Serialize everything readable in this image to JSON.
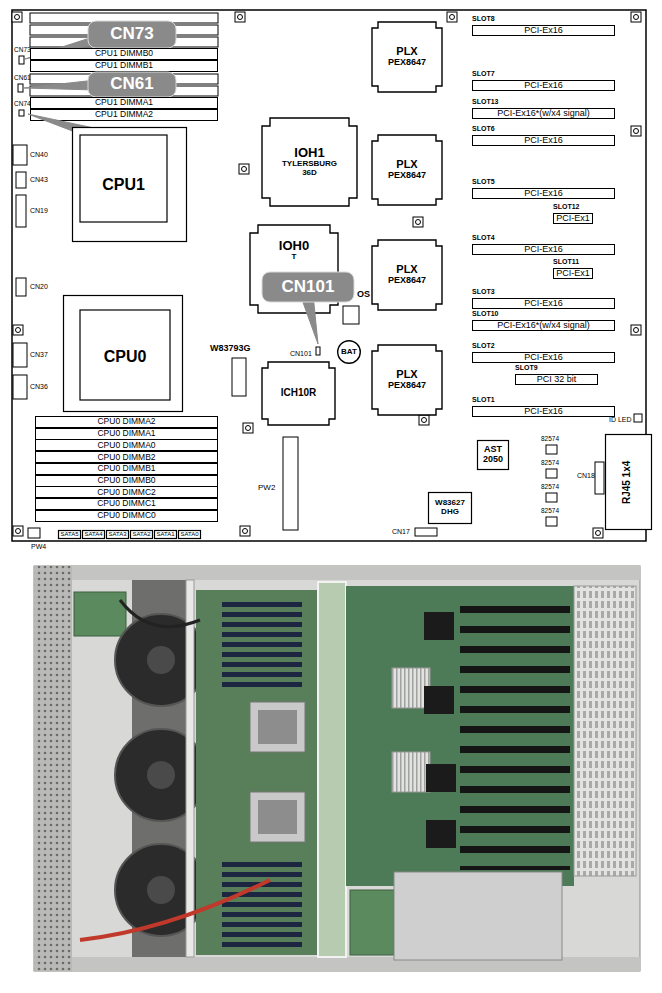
{
  "diagram": {
    "nodes": [
      {
        "text": [
          "CN73"
        ]
      },
      {
        "text": [
          "CPU1 DIMMB0"
        ]
      },
      {
        "text": [
          "CPU1 DIMMB1"
        ]
      },
      {
        "text": [
          "CN61"
        ]
      },
      {
        "text": [
          "CPU1 DIMMA1"
        ]
      },
      {
        "text": [
          "CPU1 DIMMA2"
        ]
      },
      {
        "text": [
          "CN74"
        ]
      },
      {
        "text": [
          "CPU1"
        ]
      },
      {
        "text": [
          "PLX",
          "PEX8647"
        ]
      },
      {
        "text": [
          "SLOT8",
          "PCI-Ex16"
        ]
      },
      {
        "text": [
          "SLOT7",
          "PCI-Ex16"
        ]
      },
      {
        "text": [
          "SLOT13",
          "PCI-Ex16*(w/x4 signal)"
        ]
      },
      {
        "text": [
          "IOH1",
          "TYLERSBURG 36D"
        ]
      },
      {
        "text": [
          "PLX",
          "PEX8647"
        ]
      },
      {
        "text": [
          "SLOT6",
          "PCI-Ex16"
        ]
      },
      {
        "text": [
          "SLOT5",
          "PCI-Ex16"
        ]
      },
      {
        "text": [
          "SLOT12",
          "PCI-Ex1"
        ]
      },
      {
        "text": [
          "IOH0",
          "T"
        ]
      },
      {
        "text": [
          "SLOT4",
          "PCI-Ex16"
        ]
      },
      {
        "text": [
          "SLOT11",
          "PCI-Ex1"
        ]
      },
      {
        "text": [
          "CN101"
        ]
      },
      {
        "text": [
          "PLX",
          "PEX8647"
        ]
      },
      {
        "text": [
          "SLOT3",
          "PCI-Ex16"
        ]
      },
      {
        "text": [
          "SLOT10",
          "PCI-Ex16*(w/x4 signal)"
        ]
      },
      {
        "text": [
          "CPU0"
        ]
      },
      {
        "text": [
          "BAT"
        ]
      },
      {
        "text": [
          "PLX",
          "PEX8647"
        ]
      },
      {
        "text": [
          "SLOT2",
          "PCI-Ex16"
        ]
      },
      {
        "text": [
          "SLOT9",
          "PCI 32 bit"
        ]
      },
      {
        "text": [
          "ICH10R"
        ]
      },
      {
        "text": [
          "SLOT1",
          "PCI-Ex16"
        ]
      },
      {
        "text": [
          "CPU0 DIMMA2"
        ]
      },
      {
        "text": [
          "CPU0 DIMMA1"
        ]
      },
      {
        "text": [
          "CPU0 DIMMA0"
        ]
      },
      {
        "text": [
          "CPU0 DIMMB2"
        ]
      },
      {
        "text": [
          "CPU0 DIMMB1"
        ]
      },
      {
        "text": [
          "CPU0 DIMMB0"
        ]
      },
      {
        "text": [
          "CPU0 DIMMC2"
        ]
      },
      {
        "text": [
          "CPU0 DIMMC1"
        ]
      },
      {
        "text": [
          "CPU0 DIMMC0"
        ]
      },
      {
        "text": [
          "AST 2050"
        ]
      },
      {
        "text": [
          "RJ45 1x4"
        ]
      },
      {
        "text": [
          "W83627 DHG"
        ]
      },
      {
        "text": [
          "SATA5"
        ]
      },
      {
        "text": [
          "SATA4"
        ]
      },
      {
        "text": [
          "SATA3"
        ]
      },
      {
        "text": [
          "SATA2"
        ]
      },
      {
        "text": [
          "SATA1"
        ]
      },
      {
        "text": [
          "SATA0"
        ]
      }
    ],
    "labels": [
      "CN73",
      "CN61",
      "CN74",
      "CN40",
      "CN43",
      "CN19",
      "CN20",
      "CN37",
      "CN36",
      "OS",
      "W83793G",
      "CN101",
      "PW2",
      "ID LED",
      "82574",
      "82574",
      "82574",
      "82574",
      "CN18",
      "CN17",
      "PW4"
    ]
  }
}
